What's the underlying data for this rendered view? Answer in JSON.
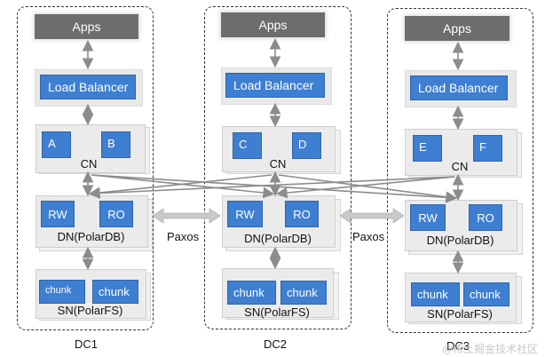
{
  "datacenters": [
    {
      "label": "DC1",
      "apps": "Apps",
      "load_balancer": "Load Balancer",
      "cn_nodes": [
        "A",
        "B"
      ],
      "cn_label": "CN",
      "dn_nodes": [
        "RW",
        "RO"
      ],
      "dn_label": "DN(PolarDB)",
      "sn_nodes": [
        "chunk",
        "chunk"
      ],
      "sn_label": "SN(PolarFS)"
    },
    {
      "label": "DC2",
      "apps": "Apps",
      "load_balancer": "Load Balancer",
      "cn_nodes": [
        "C",
        "D"
      ],
      "cn_label": "CN",
      "dn_nodes": [
        "RW",
        "RO"
      ],
      "dn_label": "DN(PolarDB)",
      "sn_nodes": [
        "chunk",
        "chunk"
      ],
      "sn_label": "SN(PolarFS)"
    },
    {
      "label": "DC3",
      "apps": "Apps",
      "load_balancer": "Load Balancer",
      "cn_nodes": [
        "E",
        "F"
      ],
      "cn_label": "CN",
      "dn_nodes": [
        "RW",
        "RO"
      ],
      "dn_label": "DN(PolarDB)",
      "sn_nodes": [
        "chunk",
        "chunk"
      ],
      "sn_label": "SN(PolarFS)"
    }
  ],
  "paxos_labels": [
    "Paxos",
    "Paxos"
  ],
  "watermark": "@稀土掘金技术社区",
  "colors": {
    "node_blue": "#3e7fd2",
    "apps_gray": "#6d6d6d",
    "arrow_gray": "#8c8c8c"
  }
}
